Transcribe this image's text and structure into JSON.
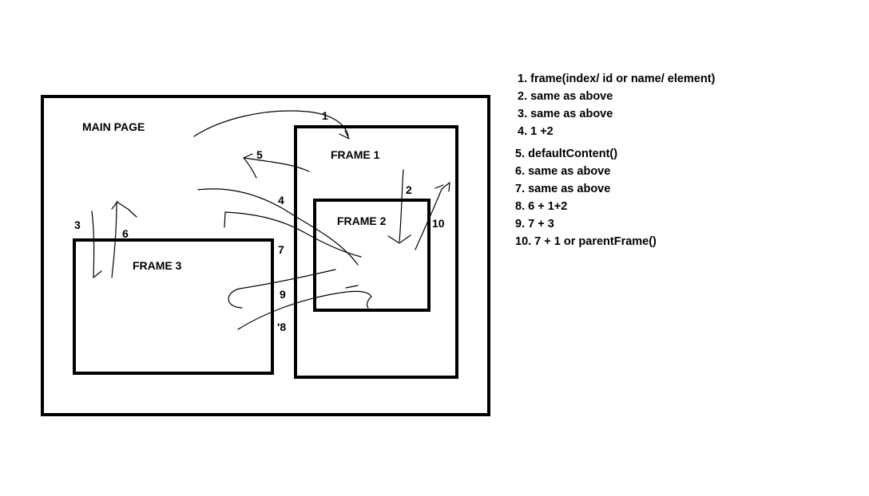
{
  "frames": {
    "main": "MAIN PAGE",
    "frame1": "FRAME 1",
    "frame2": "FRAME 2",
    "frame3": "FRAME 3"
  },
  "arrow_numbers": {
    "n1": "1",
    "n2": "2",
    "n3": "3",
    "n4": "4",
    "n5": "5",
    "n6": "6",
    "n7": "7",
    "n8": "'8",
    "n9": "9",
    "n10": "10"
  },
  "notes": [
    "1. frame(index/ id or name/ element)",
    "2. same as above",
    "3. same as above",
    "4. 1 +2",
    "5.  defaultContent()",
    "6. same as above",
    "7. same as above",
    "8. 6 + 1+2",
    "9. 7 + 3",
    "10. 7 + 1 or parentFrame()"
  ]
}
